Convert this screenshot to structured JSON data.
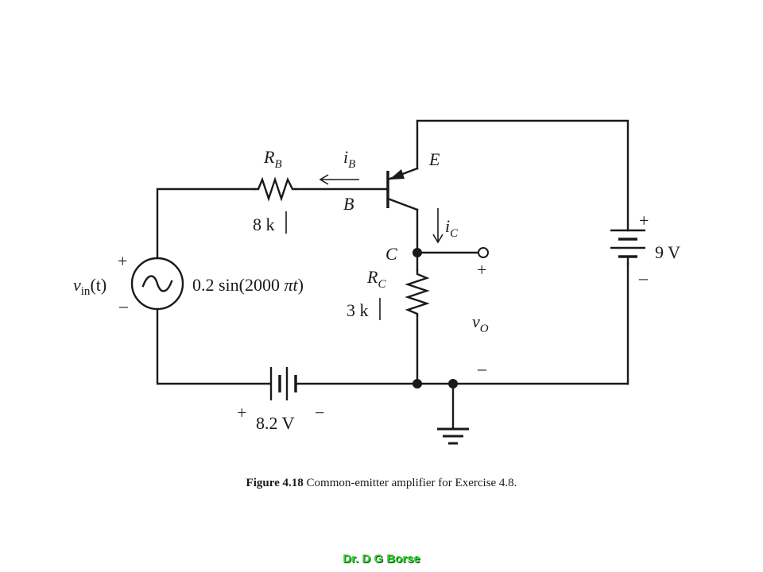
{
  "circuit": {
    "rb_name": "R",
    "rb_sub": "B",
    "rb_value": "8 k",
    "ib_name": "i",
    "ib_sub": "B",
    "emitter": "E",
    "base": "B",
    "collector": "C",
    "ic_name": "i",
    "ic_sub": "C",
    "rc_name": "R",
    "rc_sub": "C",
    "rc_value": "3 k",
    "vin_name": "v",
    "vin_sub": "in",
    "vin_arg": "(t)",
    "vin_expr_pre": "0.2 sin(2000 ",
    "vin_expr_pi": "πt",
    "vin_expr_post": ")",
    "vin_plus": "+",
    "vin_minus": "–",
    "vo_name": "v",
    "vo_sub": "O",
    "vo_plus": "+",
    "vo_minus": "–",
    "vcc_value": "9 V",
    "vcc_plus": "+",
    "vcc_minus": "–",
    "vbb_value": "8.2 V",
    "vbb_plus": "+",
    "vbb_minus": "−"
  },
  "caption": {
    "label": "Figure 4.18",
    "text": " Common-emitter amplifier for Exercise 4.8."
  },
  "author": "Dr. D G Borse"
}
